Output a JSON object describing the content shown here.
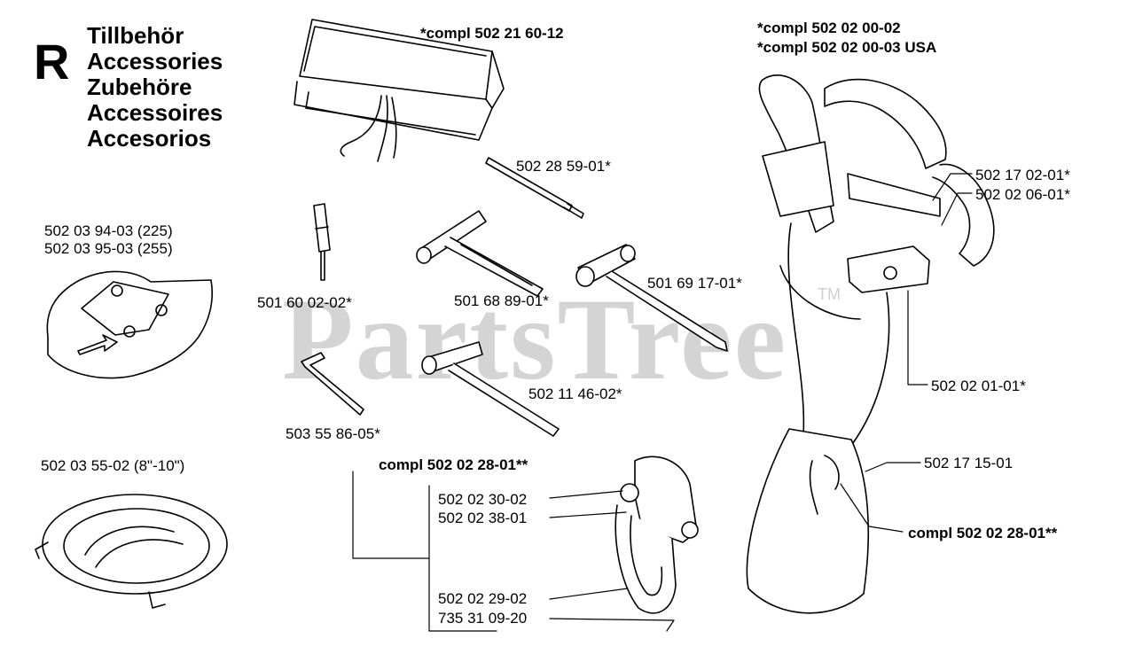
{
  "section_letter": "R",
  "titles": [
    "Tillbehör",
    "Accessories",
    "Zubehöre",
    "Accessoires",
    "Accesorios"
  ],
  "watermark": {
    "text": "PartsTree",
    "tm": "TM"
  },
  "labels": {
    "toolbag_compl": "*compl 502 21 60-12",
    "harness_compl_1": "*compl 502 02 00-02",
    "harness_compl_2": "*compl 502 02 00-03 USA",
    "guard_1": "502 03 94-03 (225)",
    "guard_2": "502 03 95-03 (255)",
    "drift": "502 28 59-01*",
    "screwdriver": "501 60 02-02*",
    "tbar_wrench": "501 68 89-01*",
    "combi_spanner": "501 69 17-01*",
    "hex_key": "503 55 86-05*",
    "socket_wrench": "502 11 46-02*",
    "cover": "502 03 55-02 (8\"-10\")",
    "hook_compl": "compl 502 02 28-01**",
    "hook_part_1": "502 02 30-02",
    "hook_part_2": "502 02 38-01",
    "hook_part_3": "502 02 29-02",
    "hook_part_4": "735 31 09-20",
    "strap_1": "502 17 02-01*",
    "strap_2": "502 02 06-01*",
    "harness_part": "502 02 01-01*",
    "hip_pad": "502 17 15-01",
    "harness_hook_compl": "compl 502 02 28-01**"
  }
}
